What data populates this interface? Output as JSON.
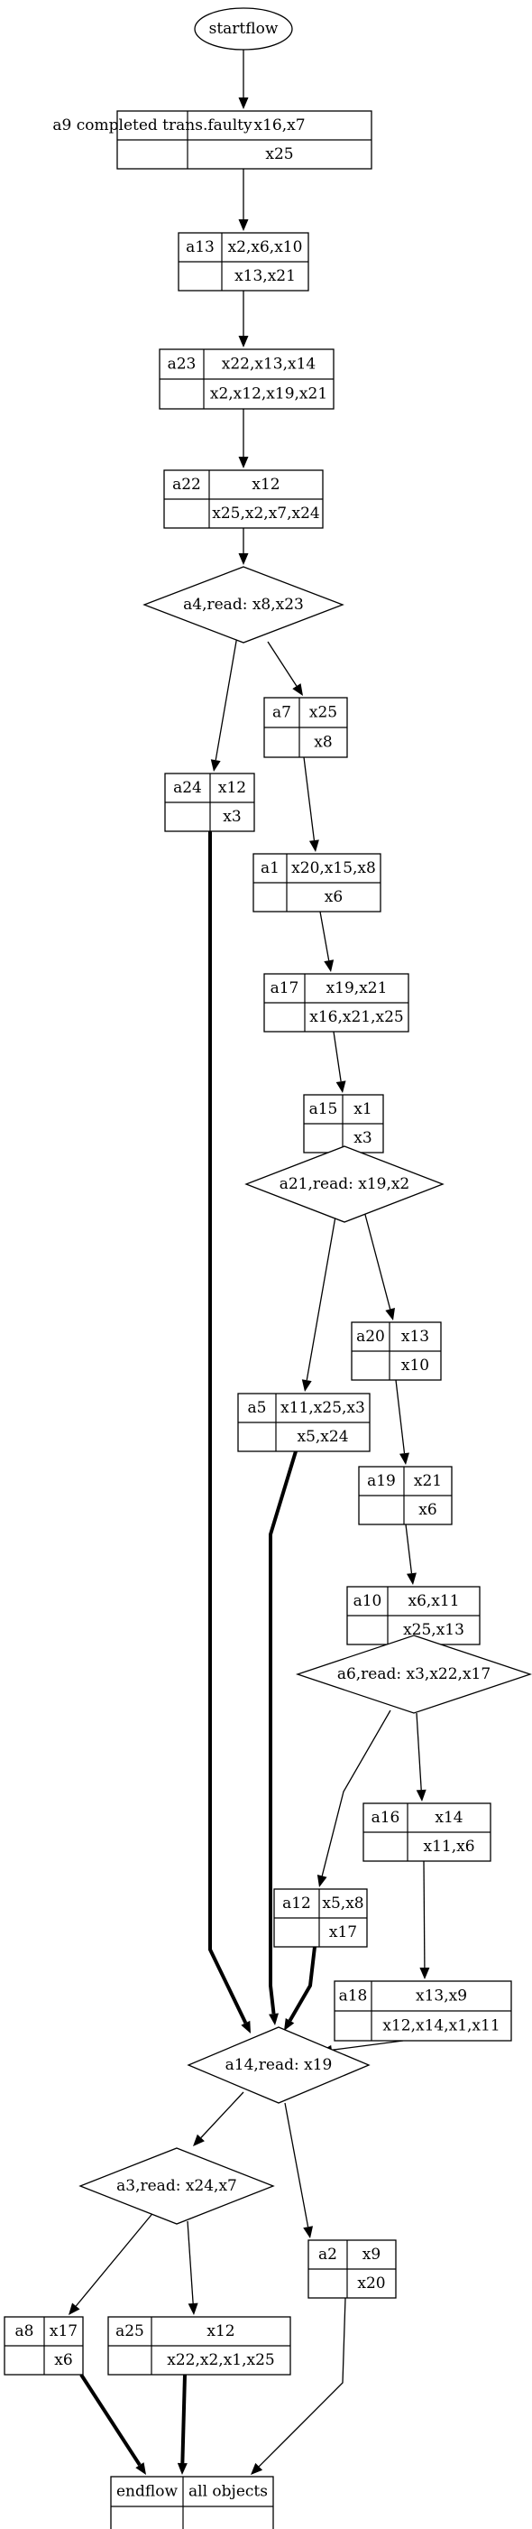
{
  "diagram": {
    "nodes": [
      {
        "id": "startflow",
        "type": "ellipse",
        "label": "startflow"
      },
      {
        "id": "a9",
        "type": "record",
        "name": "a9 completed trans.faulty",
        "top": "x16,x7",
        "bottom": "x25"
      },
      {
        "id": "a13",
        "type": "record",
        "name": "a13",
        "top": "x2,x6,x10",
        "bottom": "x13,x21"
      },
      {
        "id": "a23",
        "type": "record",
        "name": "a23",
        "top": "x22,x13,x14",
        "bottom": "x2,x12,x19,x21"
      },
      {
        "id": "a22",
        "type": "record",
        "name": "a22",
        "top": "x12",
        "bottom": "x25,x2,x7,x24"
      },
      {
        "id": "a4",
        "type": "diamond",
        "label": "a4,read: x8,x23"
      },
      {
        "id": "a7",
        "type": "record",
        "name": "a7",
        "top": "x25",
        "bottom": "x8"
      },
      {
        "id": "a24",
        "type": "record",
        "name": "a24",
        "top": "x12",
        "bottom": "x3"
      },
      {
        "id": "a1",
        "type": "record",
        "name": "a1",
        "top": "x20,x15,x8",
        "bottom": "x6"
      },
      {
        "id": "a17",
        "type": "record",
        "name": "a17",
        "top": "x19,x21",
        "bottom": "x16,x21,x25"
      },
      {
        "id": "a15",
        "type": "record",
        "name": "a15",
        "top": "x1",
        "bottom": "x3"
      },
      {
        "id": "a21",
        "type": "diamond",
        "label": "a21,read: x19,x2"
      },
      {
        "id": "a20",
        "type": "record",
        "name": "a20",
        "top": "x13",
        "bottom": "x10"
      },
      {
        "id": "a5",
        "type": "record",
        "name": "a5",
        "top": "x11,x25,x3",
        "bottom": "x5,x24"
      },
      {
        "id": "a19",
        "type": "record",
        "name": "a19",
        "top": "x21",
        "bottom": "x6"
      },
      {
        "id": "a10",
        "type": "record",
        "name": "a10",
        "top": "x6,x11",
        "bottom": "x25,x13"
      },
      {
        "id": "a6",
        "type": "diamond",
        "label": "a6,read: x3,x22,x17"
      },
      {
        "id": "a16",
        "type": "record",
        "name": "a16",
        "top": "x14",
        "bottom": "x11,x6"
      },
      {
        "id": "a12",
        "type": "record",
        "name": "a12",
        "top": "x5,x8",
        "bottom": "x17"
      },
      {
        "id": "a18",
        "type": "record",
        "name": "a18",
        "top": "x13,x9",
        "bottom": "x12,x14,x1,x11"
      },
      {
        "id": "a14",
        "type": "diamond",
        "label": "a14,read: x19"
      },
      {
        "id": "a3",
        "type": "diamond",
        "label": "a3,read: x24,x7"
      },
      {
        "id": "a2",
        "type": "record",
        "name": "a2",
        "top": "x9",
        "bottom": "x20"
      },
      {
        "id": "a8",
        "type": "record",
        "name": "a8",
        "top": "x17",
        "bottom": "x6"
      },
      {
        "id": "a25",
        "type": "record",
        "name": "a25",
        "top": "x12",
        "bottom": "x22,x2,x1,x25"
      },
      {
        "id": "endflow",
        "type": "record2",
        "name": "endflow",
        "top": "all objects"
      }
    ],
    "edges": [
      {
        "from": "startflow",
        "to": "a9",
        "bold": false
      },
      {
        "from": "a9",
        "to": "a13",
        "bold": false
      },
      {
        "from": "a13",
        "to": "a23",
        "bold": false
      },
      {
        "from": "a23",
        "to": "a22",
        "bold": false
      },
      {
        "from": "a22",
        "to": "a4",
        "bold": false
      },
      {
        "from": "a4",
        "to": "a24",
        "bold": false
      },
      {
        "from": "a4",
        "to": "a7",
        "bold": false
      },
      {
        "from": "a7",
        "to": "a1",
        "bold": false
      },
      {
        "from": "a1",
        "to": "a17",
        "bold": false
      },
      {
        "from": "a17",
        "to": "a15",
        "bold": false
      },
      {
        "from": "a15",
        "to": "a21",
        "bold": false
      },
      {
        "from": "a21",
        "to": "a5",
        "bold": false
      },
      {
        "from": "a21",
        "to": "a20",
        "bold": false
      },
      {
        "from": "a20",
        "to": "a19",
        "bold": false
      },
      {
        "from": "a19",
        "to": "a10",
        "bold": false
      },
      {
        "from": "a10",
        "to": "a6",
        "bold": false
      },
      {
        "from": "a6",
        "to": "a12",
        "bold": false
      },
      {
        "from": "a6",
        "to": "a16",
        "bold": false
      },
      {
        "from": "a16",
        "to": "a18",
        "bold": false
      },
      {
        "from": "a24",
        "to": "a14",
        "bold": true
      },
      {
        "from": "a5",
        "to": "a14",
        "bold": true
      },
      {
        "from": "a12",
        "to": "a14",
        "bold": true
      },
      {
        "from": "a18",
        "to": "a14",
        "bold": false
      },
      {
        "from": "a14",
        "to": "a3",
        "bold": false
      },
      {
        "from": "a14",
        "to": "a2",
        "bold": false
      },
      {
        "from": "a3",
        "to": "a8",
        "bold": false
      },
      {
        "from": "a3",
        "to": "a25",
        "bold": false
      },
      {
        "from": "a8",
        "to": "endflow",
        "bold": true
      },
      {
        "from": "a25",
        "to": "endflow",
        "bold": true
      },
      {
        "from": "a2",
        "to": "endflow",
        "bold": false
      }
    ]
  }
}
